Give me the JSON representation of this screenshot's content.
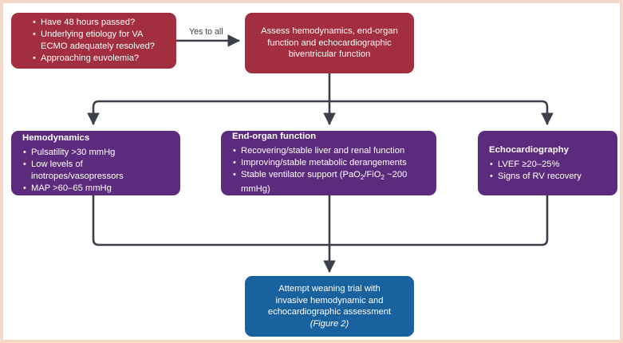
{
  "figure": {
    "title": "VA ECMO weaning readiness assessment flowchart",
    "border_color": "#f4d9c8",
    "background": "#ffffff"
  },
  "colors": {
    "red": "#a32e3f",
    "purple": "#5d2b7d",
    "blue": "#19629f",
    "connector": "#3b3f4a",
    "text_on_fill": "#ffffff",
    "edge_label_text": "#3b3f4a"
  },
  "nodes": {
    "criteria": {
      "id": "criteria-box",
      "color": "red",
      "bullets": [
        "Have 48 hours passed?",
        "Underlying etiology for VA ECMO adequately resolved?",
        "Approaching euvolemia?"
      ]
    },
    "assess": {
      "id": "assess-box",
      "color": "red",
      "text": "Assess hemodynamics, end-organ function and echocardiographic biventricular function"
    },
    "hemodynamics": {
      "id": "hemodynamics-box",
      "color": "purple",
      "title": "Hemodynamics",
      "bullets": [
        "Pulsatility >30 mmHg",
        "Low levels of inotropes/vasopressors",
        "MAP >60–65 mmHg"
      ]
    },
    "end_organ": {
      "id": "end-organ-function-box",
      "color": "purple",
      "title": "End-organ function",
      "bullets": [
        "Recovering/stable liver and renal function",
        "Improving/stable metabolic derangements"
      ],
      "bullet_ventilator": {
        "prefix": "Stable ventilator support (PaO",
        "sub1": "2",
        "mid": "/FiO",
        "sub2": "2",
        "suffix": " ~200 mmHg)"
      }
    },
    "echocardiography": {
      "id": "echocardiography-box",
      "color": "purple",
      "title": "Echocardiography",
      "bullets": [
        "LVEF ≥20–25%",
        "Signs of RV recovery"
      ]
    },
    "outcome": {
      "id": "weaning-trial-box",
      "color": "blue",
      "line1": "Attempt weaning trial with",
      "line2": "invasive hemodynamic and",
      "line3": "echocardiographic assessment",
      "line4_italic": "(Figure 2)"
    }
  },
  "edges": {
    "yes_to_all_label": "Yes to all"
  }
}
